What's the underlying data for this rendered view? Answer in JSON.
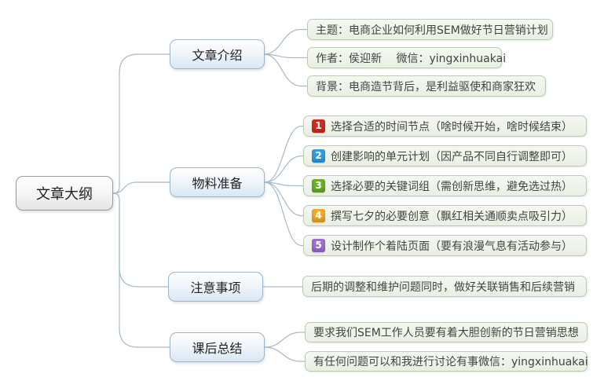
{
  "root": {
    "label": "文章大纲"
  },
  "branches": [
    {
      "label": "文章介绍",
      "children": [
        {
          "text": "主题：电商企业如何利用SEM做好节日营销计划"
        },
        {
          "text": "作者：侯迎新　 微信：yingxinhuakai"
        },
        {
          "text": "背景：电商造节背后，是利益驱使和商家狂欢"
        }
      ]
    },
    {
      "label": "物料准备",
      "children": [
        {
          "badge": "1",
          "badge_color": "#cb2e22",
          "text": "选择合适的时间节点（啥时候开始，啥时候结束）"
        },
        {
          "badge": "2",
          "badge_color": "#2f9fe1",
          "text": "创建影响的单元计划（因产品不同自行调整即可）"
        },
        {
          "badge": "3",
          "badge_color": "#6cb02b",
          "text": "选择必要的关键词组（需创新思维，避免选过热）"
        },
        {
          "badge": "4",
          "badge_color": "#f0ac29",
          "text": "撰写七夕的必要创意（飘红相关通顺卖点吸引力）"
        },
        {
          "badge": "5",
          "badge_color": "#9f6fd0",
          "text": "设计制作个着陆页面（要有浪漫气息有活动参与）"
        }
      ]
    },
    {
      "label": "注意事项",
      "children": [
        {
          "text": "后期的调整和维护问题同时，做好关联销售和后续营销"
        }
      ]
    },
    {
      "label": "课后总结",
      "children": [
        {
          "text": "要求我们SEM工作人员要有着大胆创新的节日营销思想"
        },
        {
          "text": "有任何问题可以和我进行讨论有事微信：yingxinhuakai"
        }
      ]
    }
  ],
  "colors": {
    "connector": "#a6bac9",
    "root_border": "#939ba1",
    "branch_border": "#9fb4c7",
    "branch_fill_bottom": "#d9e7f4",
    "leaf_border": "#b9ccb3",
    "leaf_fill": "#eef3e9",
    "badge_1": "#cb2e22",
    "badge_2": "#2f9fe1",
    "badge_3": "#6cb02b",
    "badge_4": "#f0ac29",
    "badge_5": "#9f6fd0"
  }
}
